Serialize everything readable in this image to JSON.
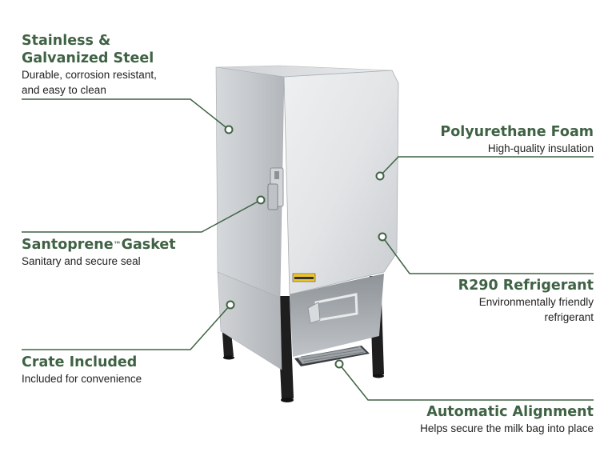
{
  "colors": {
    "accent": "#3f6244",
    "steel_light": "#e6e8ea",
    "steel_dark": "#a7abaf",
    "leg": "#1e1e1e"
  },
  "callouts": {
    "steel": {
      "title_line1": "Stainless &",
      "title_line2": "Galvanized Steel",
      "desc_line1": "Durable, corrosion resistant,",
      "desc_line2": "and easy to clean"
    },
    "foam": {
      "title": "Polyurethane Foam",
      "desc": "High-quality insulation"
    },
    "gasket": {
      "title": "Santoprene",
      "tm": "™",
      "title_rest": "Gasket",
      "desc": "Sanitary and secure seal"
    },
    "refrigerant": {
      "title": "R290 Refrigerant",
      "desc_line1": "Environmentally friendly",
      "desc_line2": "refrigerant"
    },
    "crate": {
      "title": "Crate Included",
      "desc": "Included for convenience"
    },
    "alignment": {
      "title": "Automatic Alignment",
      "desc": "Helps secure the milk bag into place"
    }
  }
}
